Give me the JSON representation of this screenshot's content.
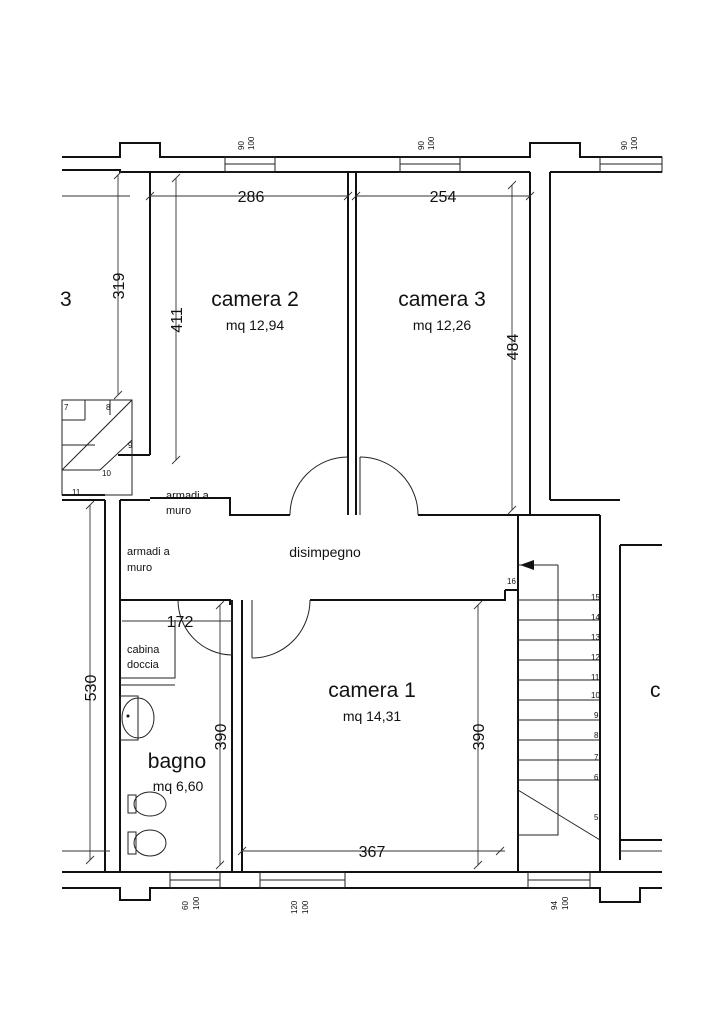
{
  "rooms": {
    "camera2": {
      "name": "camera 2",
      "area": "mq 12,94"
    },
    "camera3": {
      "name": "camera 3",
      "area": "mq 12,26"
    },
    "camera1": {
      "name": "camera 1",
      "area": "mq 14,31"
    },
    "bagno": {
      "name": "bagno",
      "area": "mq 6,60"
    },
    "disimpegno": {
      "name": "disimpegno"
    },
    "left_partial": "3",
    "right_partial": "c"
  },
  "labels": {
    "armadi1_line1": "armadi a",
    "armadi1_line2": "muro",
    "armadi2_line1": "armadi a",
    "armadi2_line2": "muro",
    "cabina_line1": "cabina",
    "cabina_line2": "doccia"
  },
  "dimensions": {
    "d286": "286",
    "d254": "254",
    "d319": "319",
    "d411": "411",
    "d484": "484",
    "d172": "172",
    "d530": "530",
    "d390_left": "390",
    "d390_right": "390",
    "d367": "367"
  },
  "windows": {
    "top1": {
      "a": "90",
      "b": "100"
    },
    "top2": {
      "a": "90",
      "b": "100"
    },
    "top3": {
      "a": "90",
      "b": "100"
    },
    "bottom1": {
      "a": "60",
      "b": "100"
    },
    "bottom2": {
      "a": "120",
      "b": "100"
    },
    "bottom3": {
      "a": "94",
      "b": "100"
    }
  },
  "stairs_left": [
    "7",
    "8",
    "9",
    "10",
    "11"
  ],
  "stairs_right": [
    "16",
    "15",
    "14",
    "13",
    "12",
    "11",
    "10",
    "9",
    "8",
    "7",
    "6",
    "5"
  ]
}
